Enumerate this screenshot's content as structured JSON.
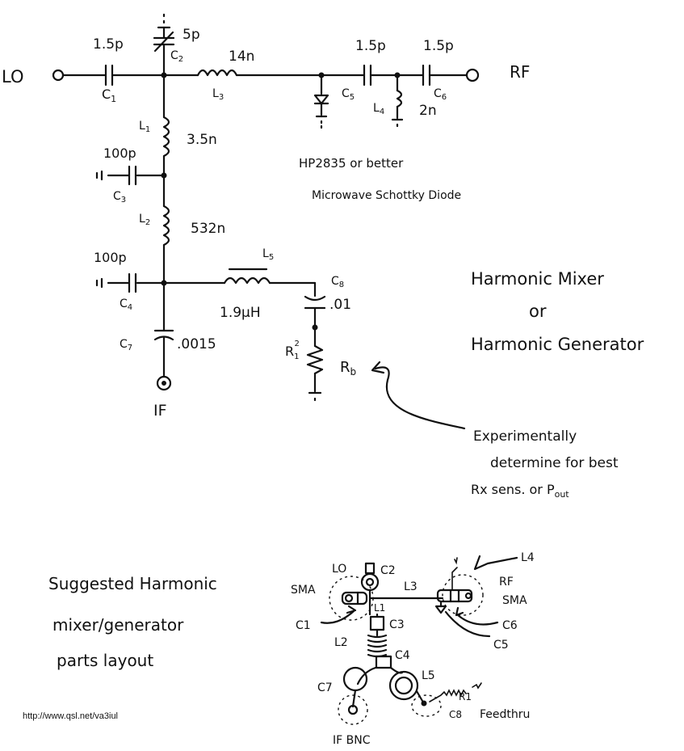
{
  "schematic": {
    "ports": {
      "lo": "LO",
      "rf": "RF",
      "if": "IF"
    },
    "components": {
      "c1": {
        "ref": "C",
        "sub": "1",
        "value": "1.5p"
      },
      "c2": {
        "ref": "C",
        "sub": "2",
        "value": "5p"
      },
      "c3": {
        "ref": "C",
        "sub": "3",
        "value": "100p"
      },
      "c4": {
        "ref": "C",
        "sub": "4",
        "value": "100p"
      },
      "c5": {
        "ref": "C",
        "sub": "5",
        "value": "1.5p"
      },
      "c6": {
        "ref": "C",
        "sub": "6",
        "value": "1.5p"
      },
      "c7": {
        "ref": "C",
        "sub": "7",
        "value": ".0015"
      },
      "c8": {
        "ref": "C",
        "sub": "8",
        "value": ".01"
      },
      "l1": {
        "ref": "L",
        "sub": "1",
        "value": "3.5n"
      },
      "l2": {
        "ref": "L",
        "sub": "2",
        "value": "532n"
      },
      "l3": {
        "ref": "L",
        "sub": "3",
        "value": "14n"
      },
      "l4": {
        "ref": "L",
        "sub": "4",
        "value": "2n"
      },
      "l5": {
        "ref": "L",
        "sub": "5",
        "value": "1.9μH"
      },
      "r1": {
        "ref": "R",
        "sub": "1",
        "sup": "2"
      },
      "rb": {
        "ref": "R",
        "sub": "b"
      }
    },
    "diode_note": [
      "HP2835 or better",
      "Microwave Schottky Diode"
    ],
    "title_lines": [
      "Harmonic Mixer",
      "or",
      "Harmonic Generator"
    ],
    "rb_note": [
      "Experimentally",
      "determine for best",
      "Rx sens. or P"
    ],
    "rb_note_sub": "out"
  },
  "layout_diagram": {
    "caption": [
      "Suggested Harmonic",
      "mixer/generator",
      "parts layout"
    ],
    "labels": {
      "lo": "LO",
      "c2": "C2",
      "l3": "L3",
      "l4": "L4",
      "rf": "RF",
      "sma_left": "SMA",
      "sma_right": "SMA",
      "l1": "L1",
      "c3": "C3",
      "c1": "C1",
      "c6": "C6",
      "c5": "C5",
      "l2": "L2",
      "c4": "C4",
      "l5": "L5",
      "r1": "R1",
      "c7": "C7",
      "c8": "C8",
      "feedthru": "Feedthru",
      "if_bnc": "IF BNC"
    }
  },
  "footer": {
    "url": "http://www.qsl.net/va3iul"
  }
}
